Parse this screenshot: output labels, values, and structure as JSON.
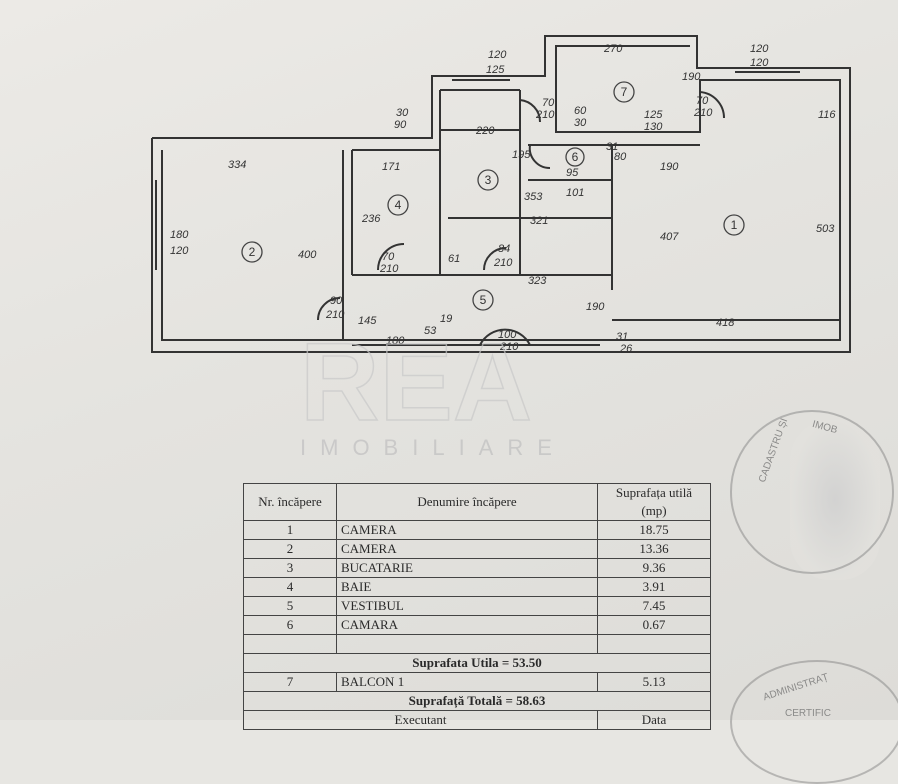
{
  "plan": {
    "dims": {
      "d120a": "120",
      "d125": "125",
      "d270": "270",
      "d120b": "120",
      "d120c": "120",
      "d30": "30",
      "d90": "90",
      "d190a": "190",
      "d70a": "70",
      "d210a": "210",
      "d60": "60",
      "d30b": "30",
      "d125b": "125",
      "d130": "130",
      "d70b": "70",
      "d210b": "210",
      "d116": "116",
      "d220": "220",
      "d195": "195",
      "d31": "31",
      "d80": "80",
      "d190b": "190",
      "d334": "334",
      "d171": "171",
      "d95": "95",
      "d101": "101",
      "d236": "236",
      "d353": "353",
      "d407": "407",
      "d503": "503",
      "d321": "321",
      "d180": "180",
      "d120d": "120",
      "d400": "400",
      "d70c": "70",
      "d210c": "210",
      "d61": "61",
      "d84": "84",
      "d210d": "210",
      "d323": "323",
      "d90b": "90",
      "d210e": "210",
      "d145": "145",
      "d190c": "190",
      "d418": "418",
      "d180b": "180",
      "d53": "53",
      "d19": "19",
      "d100": "100",
      "d210f": "210",
      "d31b": "31",
      "d26": "26"
    },
    "rooms": [
      "1",
      "2",
      "3",
      "4",
      "5",
      "6",
      "7"
    ]
  },
  "watermark": {
    "logo": "REA",
    "text": "IMOBILIARE"
  },
  "table": {
    "h_nr": "Nr. încăpere",
    "h_name": "Denumire încăpere",
    "h_area": "Suprafața utilă (mp)",
    "rows": [
      {
        "nr": "1",
        "name": "CAMERA",
        "area": "18.75"
      },
      {
        "nr": "2",
        "name": "CAMERA",
        "area": "13.36"
      },
      {
        "nr": "3",
        "name": "BUCATARIE",
        "area": "9.36"
      },
      {
        "nr": "4",
        "name": "BAIE",
        "area": "3.91"
      },
      {
        "nr": "5",
        "name": "VESTIBUL",
        "area": "7.45"
      },
      {
        "nr": "6",
        "name": "CAMARA",
        "area": "0.67"
      }
    ],
    "util": "Suprafata Utila = 53.50",
    "balcon": {
      "nr": "7",
      "name": "BALCON 1",
      "area": "5.13"
    },
    "total": "Suprafață Totală = 58.63",
    "exec": "Executant",
    "data": "Data"
  },
  "stamps": {
    "s1": "CADASTRU ȘI",
    "s2": "IMOB",
    "s3": "ADMINISTRAȚ",
    "s4": "CERTIFIC"
  }
}
